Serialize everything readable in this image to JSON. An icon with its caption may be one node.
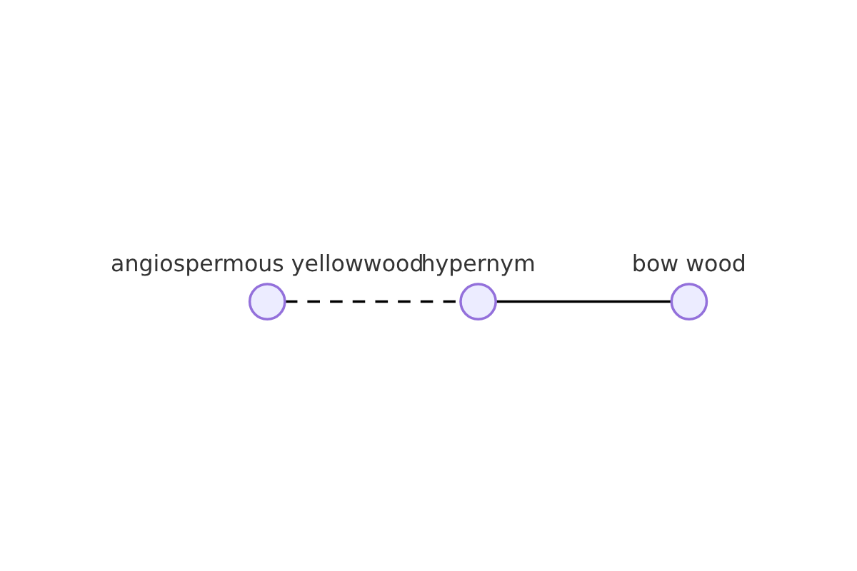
{
  "diagram": {
    "nodes": [
      {
        "text": [],
        "shape": "circle",
        "beside": [
          "angiospermous yellowwood"
        ]
      },
      {
        "text": [],
        "shape": "circle",
        "beside": [
          "hypernym"
        ]
      },
      {
        "text": [],
        "shape": "circle",
        "beside": [
          "bow wood"
        ]
      }
    ],
    "edges": [
      {
        "from": 0,
        "to": 1,
        "arrow": "none",
        "style": "dashed"
      },
      {
        "from": 1,
        "to": 2,
        "arrow": "none"
      }
    ]
  }
}
